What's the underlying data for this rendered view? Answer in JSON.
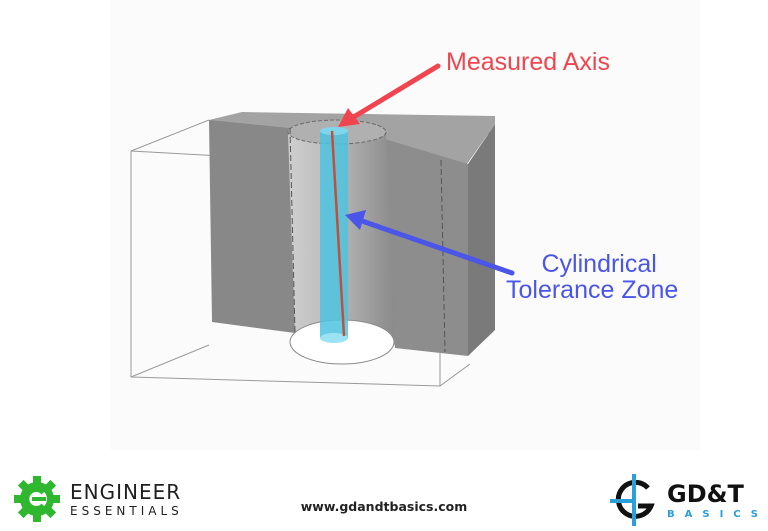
{
  "diagram": {
    "annotations": {
      "measured_axis": {
        "text": "Measured Axis",
        "color": "#f0454f"
      },
      "tolerance_zone": {
        "line1": "Cylindrical",
        "line2": "Tolerance Zone",
        "color": "#4b55e8"
      }
    },
    "colors": {
      "block": "#8c8c8c",
      "block_top": "#a2a2a2",
      "cylinder_zone": "#4fc3e0",
      "axis_line": "#c0503c"
    }
  },
  "footer": {
    "left_logo": {
      "line1": "ENGINEER",
      "line2": "ESSENTIALS",
      "color": "#2fb82f"
    },
    "url": "www.gdandtbasics.com",
    "right_logo": {
      "line1": "GD&T",
      "line2": "BASICS",
      "accent_color": "#2a9fd8"
    }
  }
}
